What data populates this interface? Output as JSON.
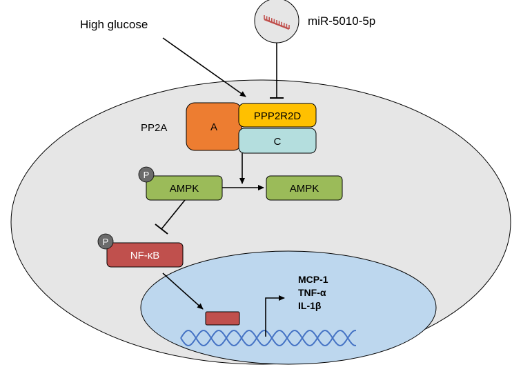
{
  "labels": {
    "stimulus": "High glucose",
    "mirna": "miR-5010-5p",
    "complex": "PP2A"
  },
  "boxes": {
    "subunit_a": "A",
    "subunit_b": "PPP2R2D",
    "subunit_c": "C",
    "ampk_phos": "AMPK",
    "ampk": "AMPK",
    "nfkb": "NF-κB"
  },
  "badges": {
    "ampk_p": "P",
    "nfkb_p": "P"
  },
  "genes": [
    "MCP-1",
    "TNF-α",
    "IL-1β"
  ],
  "colors": {
    "cell": "#e6e6e6",
    "nucleus": "#bdd7ee",
    "subunit_a": "#ed7d31",
    "subunit_b": "#ffc000",
    "subunit_c": "#b4dede",
    "ampk": "#9bbb59",
    "nfkb": "#c0504d",
    "phospho": "#6b6b6b",
    "dna": "#4472c4",
    "mirna_strand": "#c0504d"
  }
}
